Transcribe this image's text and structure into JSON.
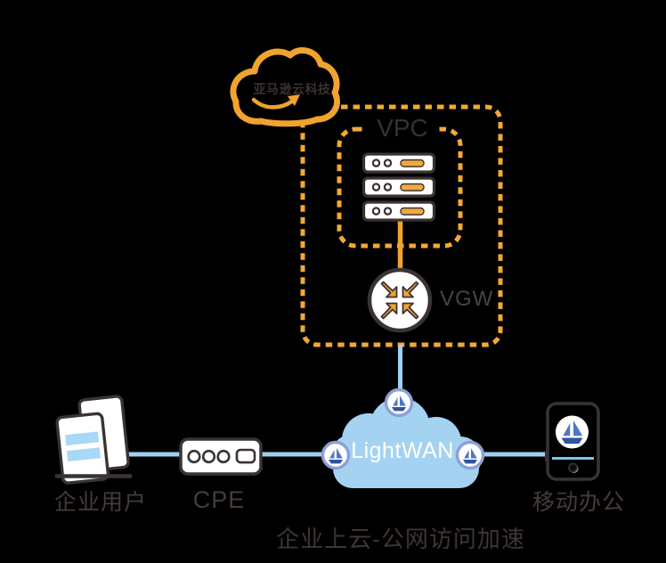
{
  "diagram": {
    "aws_cloud": {
      "label": "亚马逊云科技"
    },
    "vpc": {
      "label": "VPC"
    },
    "vgw": {
      "label": "VGW"
    },
    "wan_cloud": {
      "label": "LightWAN"
    },
    "nodes": {
      "enterprise": {
        "label": "企业用户"
      },
      "cpe": {
        "label": "CPE"
      },
      "mobile": {
        "label": "移动办公"
      }
    },
    "caption": "企业上云-公网访问加速"
  },
  "icons": {
    "aws_cloud": "aws-cloud-icon",
    "smile_arrow": "amazon-smile-arrow-icon",
    "servers": "server-stack-icon",
    "vgw": "vgw-arrows-icon",
    "wan_cloud": "wan-cloud-icon",
    "sailboat": "sailboat-badge-icon",
    "enterprise": "enterprise-building-icon",
    "cpe": "cpe-router-icon",
    "mobile": "smartphone-icon"
  },
  "colors": {
    "background": "#000000",
    "orange": "#F0A32E",
    "dash_orange": "#F2A838",
    "accent_fill_orange": "#F2A93C",
    "dark_outline": "#3A3335",
    "line_blue": "#9FD0EF",
    "cloud_blue": "#A3D3F1",
    "badge_ring": "#8CA0D6",
    "sail_blue": "#4D78C8",
    "hull_blue": "#2F55A0",
    "window_blue": "#A8D8F5",
    "text_dark": "#453B3D",
    "text_white": "#FFFFFF"
  }
}
